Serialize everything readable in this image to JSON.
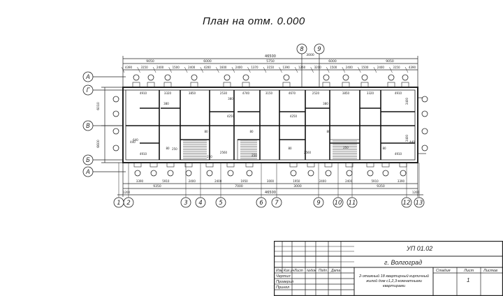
{
  "title": "План на отм. 0.000",
  "axes_top": [
    "8",
    "9"
  ],
  "axes_left": [
    "А",
    "Г",
    "В",
    "Б",
    "А"
  ],
  "axes_bottom": [
    "1",
    "2",
    "3",
    "4",
    "5",
    "6",
    "7",
    "9",
    "10",
    "11",
    "12",
    "13"
  ],
  "dims_top": {
    "overall": "46500",
    "row1": [
      "9050",
      "6000",
      "5750",
      "6000",
      "9050"
    ],
    "axis_89": "3000",
    "row3": [
      "4390",
      "3150",
      "2400",
      "1500",
      "2400",
      "4200",
      "1600",
      "2400",
      "1370",
      "3150",
      "1390",
      "1260",
      "3200",
      "1500",
      "2400",
      "1500",
      "2400",
      "3150",
      "4390"
    ]
  },
  "dims_left": [
    "6010",
    "6600"
  ],
  "dims_bottom": {
    "overall": "46500",
    "row1": [
      "9350",
      "7000",
      "3000",
      "9350"
    ],
    "row2": [
      "3390",
      "5910",
      "2400",
      "2400",
      "1950",
      "3000",
      "1950",
      "2400",
      "2400",
      "5910",
      "3390"
    ],
    "end_left": "1200",
    "end_right": "1200"
  },
  "room_labels": [
    "4910",
    "3320",
    "3850",
    "2530",
    "4740",
    "3150",
    "4670",
    "2520",
    "3850",
    "3320",
    "4910",
    "380",
    "380",
    "380",
    "250",
    "250",
    "250",
    "250",
    "80",
    "80",
    "80",
    "80",
    "80",
    "80",
    "2560",
    "2560",
    "4250",
    "4250",
    "440",
    "440",
    "640",
    "4910",
    "4910",
    "3400",
    "3400"
  ],
  "stamp": {
    "code": "УП 01.02",
    "city": "г. Волгоград",
    "headers": [
      "Изм",
      "Кол.уч",
      "Лист",
      "№док",
      "Подп.",
      "Дата"
    ],
    "roles": [
      "Чертил",
      "Проверил",
      "Принял"
    ],
    "description": "2-этажный 18 квартирный кирпичный жилой дом с1,2,3-комнатными квартирами",
    "stage_headers": [
      "Стадия",
      "Лист",
      "Листов"
    ],
    "sheet": "1"
  }
}
